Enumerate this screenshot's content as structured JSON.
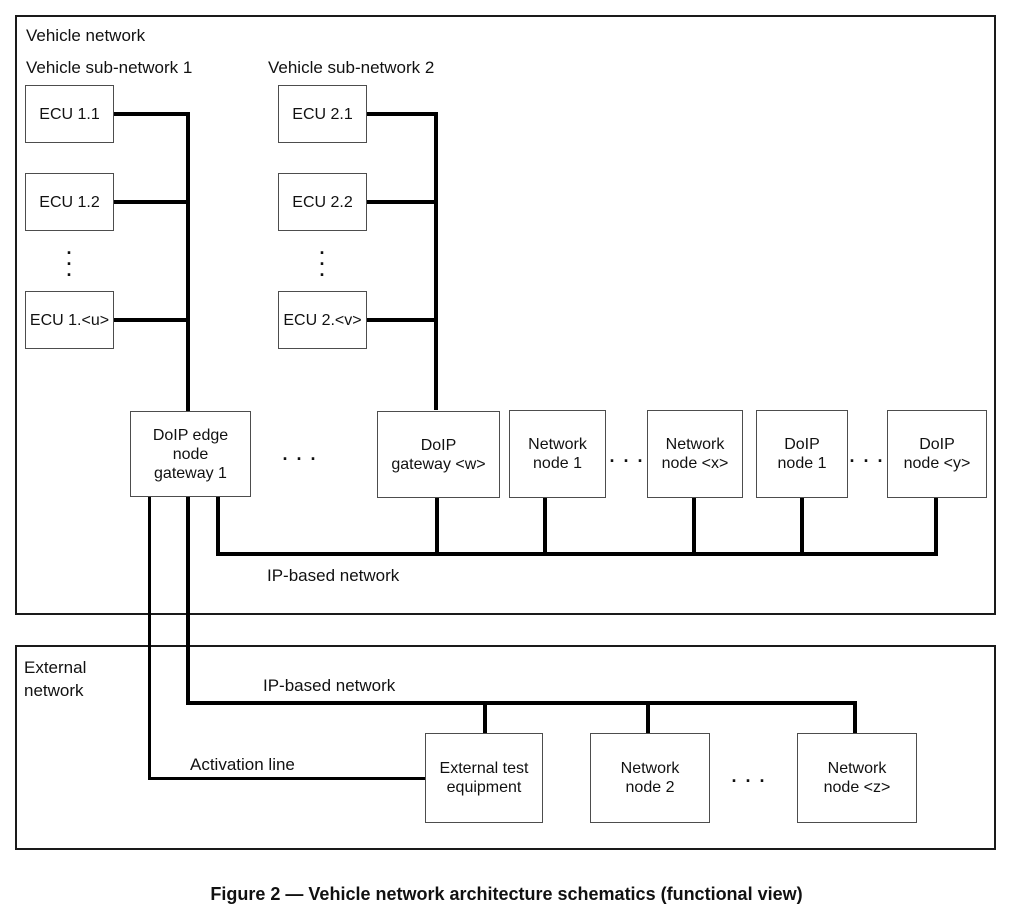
{
  "figure": {
    "caption": "Figure 2 — Vehicle network architecture schematics (functional view)"
  },
  "vehicle_network": {
    "label": "Vehicle network",
    "ip_bus_label": "IP-based network",
    "sub_networks": [
      {
        "label": "Vehicle sub-network 1",
        "ecus": [
          "ECU 1.1",
          "ECU 1.2",
          "ECU 1.<u>"
        ]
      },
      {
        "label": "Vehicle sub-network 2",
        "ecus": [
          "ECU 2.1",
          "ECU 2.2",
          "ECU 2.<v>"
        ]
      }
    ],
    "gateway_row": [
      "DoIP edge\nnode\ngateway 1",
      "DoIP\ngateway <w>",
      "Network\nnode 1",
      "Network\nnode <x>",
      "DoIP\nnode 1",
      "DoIP\nnode <y>"
    ]
  },
  "external_network": {
    "label": "External\nnetwork",
    "ip_bus_label": "IP-based network",
    "activation_line_label": "Activation line",
    "nodes": [
      "External test\nequipment",
      "Network\nnode 2",
      "Network\nnode <z>"
    ]
  },
  "ellipsis_h": ". . .",
  "ellipsis_v": ".\n.\n.",
  "colors": {
    "connector_line": "#000000",
    "box_border": "#4d4d4d",
    "outer_border": "#1a1a1a",
    "text": "#111111",
    "background": "#ffffff"
  }
}
